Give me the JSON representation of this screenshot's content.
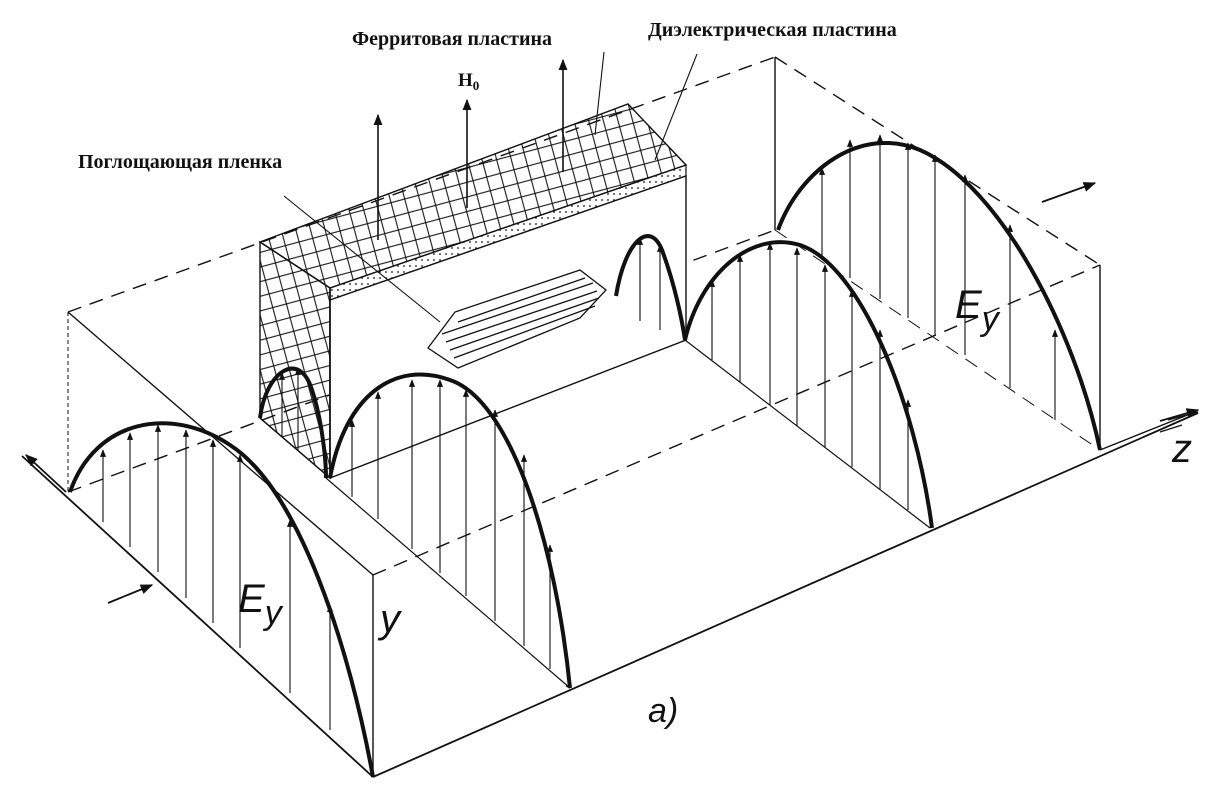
{
  "labels": {
    "ferrite_plate": "Ферритовая пластина",
    "dielectric_plate": "Диэлектрическая пластина",
    "absorbing_film": "Поглощающая пленка",
    "h0": "H",
    "h0_sub": "0",
    "ey_front_main": "E",
    "ey_front_sub": "y",
    "ey_back_main": "E",
    "ey_back_sub": "y",
    "axis_y": "y",
    "axis_z": "z",
    "caption": "a)"
  },
  "colors": {
    "ink": "#111111",
    "background": "#ffffff"
  }
}
